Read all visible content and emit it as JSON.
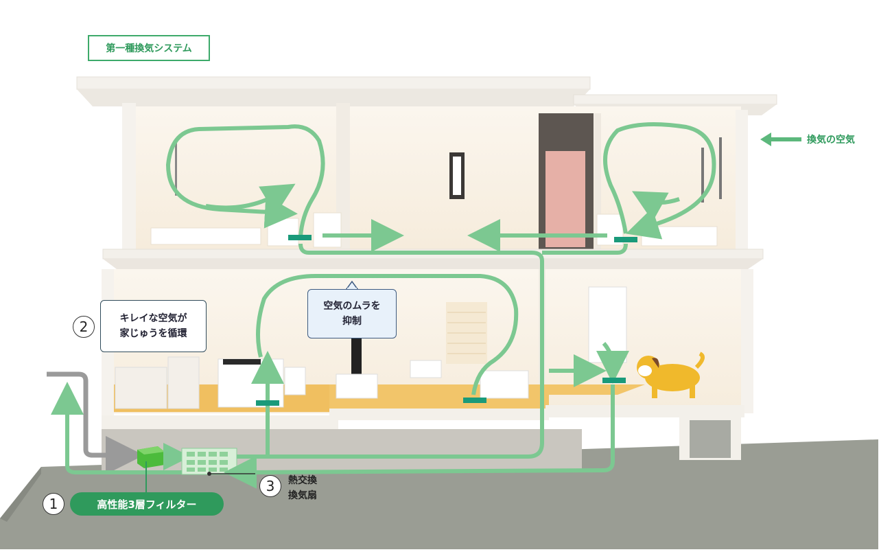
{
  "title": "第一種換気システム",
  "legend": {
    "label": "換気の空気",
    "icon": "arrow-left-icon",
    "color": "#5cb87c"
  },
  "callouts": {
    "circulation": {
      "number": "2",
      "line1": "キレイな空気が",
      "line2": "家じゅうを循環"
    },
    "unevenness": {
      "line1": "空気のムラを",
      "line2": "抑制"
    }
  },
  "filter": {
    "number": "1",
    "label": "高性能3層フィルター"
  },
  "fan": {
    "number": "3",
    "line1": "熱交換",
    "line2": "換気扇"
  },
  "colors": {
    "accent": "#2f9a5c",
    "airflow": "#7cc891",
    "vent": "#1a9a7a",
    "floor": "#f2c56a",
    "ground": "#9a9d94"
  }
}
